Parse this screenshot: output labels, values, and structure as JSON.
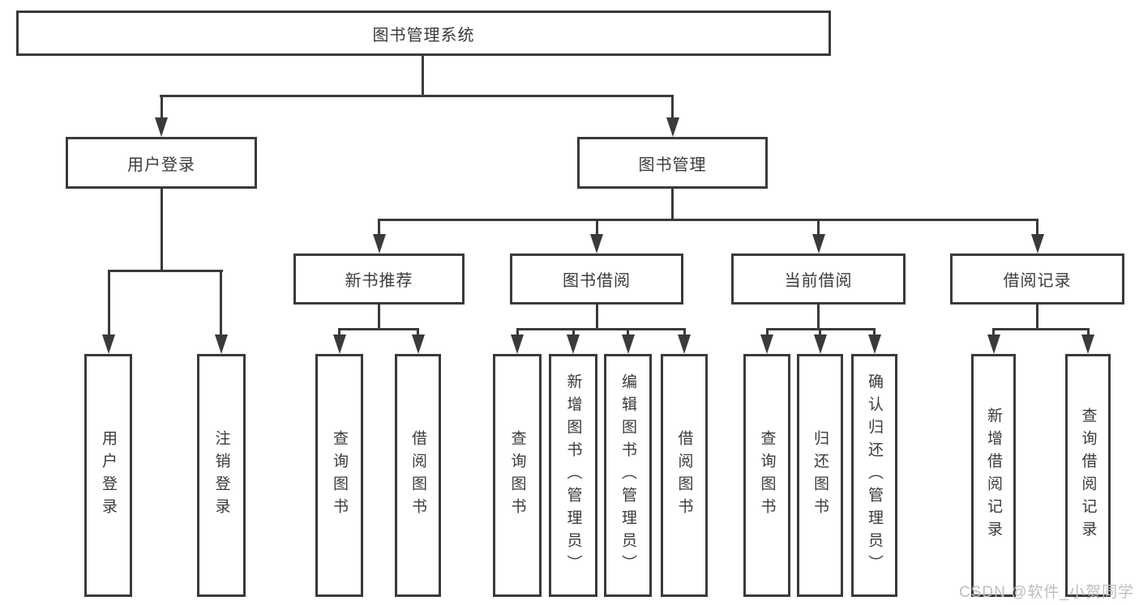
{
  "diagram": {
    "root": {
      "label": "图书管理系统"
    },
    "level2": [
      {
        "label": "用户登录"
      },
      {
        "label": "图书管理"
      }
    ],
    "level3": [
      {
        "label": "新书推荐"
      },
      {
        "label": "图书借阅"
      },
      {
        "label": "当前借阅"
      },
      {
        "label": "借阅记录"
      }
    ],
    "leaves": {
      "login": [
        "用户登录",
        "注销登录"
      ],
      "recommend": [
        "查询图书",
        "借阅图书"
      ],
      "borrow": [
        "查询图书",
        "新增图书（管理员）",
        "编辑图书（管理员）",
        "借阅图书"
      ],
      "current": [
        "查询图书",
        "归还图书",
        "确认归还（管理员）"
      ],
      "records": [
        "新增借阅记录",
        "查询借阅记录"
      ]
    },
    "colors": {
      "line": "#3a3a3a",
      "border": "#333333",
      "text": "#3b3b3b",
      "box_background": "#ffffff",
      "page_background": "#ffffff",
      "watermark": "#bdbdbd"
    },
    "watermark": "CSDN @软件_小贺同学"
  }
}
